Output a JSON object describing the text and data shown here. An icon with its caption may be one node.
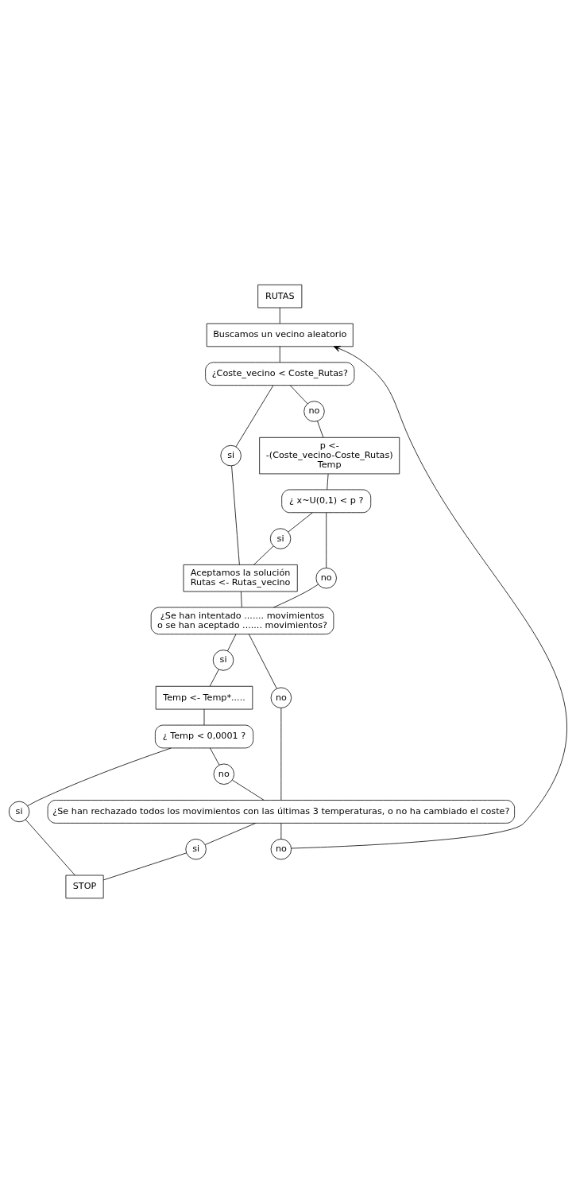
{
  "diagram": {
    "nodes": [
      {
        "text": [
          "RUTAS"
        ]
      },
      {
        "text": [
          "Buscamos un vecino aleatorio"
        ]
      },
      {
        "text": [
          "¿Coste_vecino < Coste_Rutas?"
        ]
      },
      {
        "text": [
          "si"
        ]
      },
      {
        "text": [
          "no"
        ]
      },
      {
        "text": [
          "p <-",
          "-(Coste_vecino-Coste_Rutas)",
          "Temp"
        ]
      },
      {
        "text": [
          "¿ x~U(0,1) < p ?"
        ]
      },
      {
        "text": [
          "si"
        ]
      },
      {
        "text": [
          "no"
        ]
      },
      {
        "text": [
          "Aceptamos la solución",
          "Rutas <- Rutas_vecino"
        ]
      },
      {
        "text": [
          "¿Se han intentado ....... movimientos",
          "o se han aceptado ....... movimientos?"
        ]
      },
      {
        "text": [
          "si"
        ]
      },
      {
        "text": [
          "no"
        ]
      },
      {
        "text": [
          "Temp <- Temp*....."
        ]
      },
      {
        "text": [
          "¿ Temp < 0,0001 ?"
        ]
      },
      {
        "text": [
          "si"
        ]
      },
      {
        "text": [
          "no"
        ]
      },
      {
        "text": [
          "¿Se han rechazado todos los movimientos con las últimas 3 temperaturas, o no ha cambiado el coste?"
        ]
      },
      {
        "text": [
          "si"
        ]
      },
      {
        "text": [
          "no"
        ]
      },
      {
        "text": [
          "STOP"
        ]
      }
    ],
    "edges": [
      {
        "from": 0,
        "to": 1,
        "arrow": "none"
      },
      {
        "from": 1,
        "to": 2,
        "arrow": "none"
      },
      {
        "from": 2,
        "to": 3,
        "arrow": "none"
      },
      {
        "from": 2,
        "to": 4,
        "arrow": "none"
      },
      {
        "from": 3,
        "to": 9,
        "arrow": "none"
      },
      {
        "from": 4,
        "to": 5,
        "arrow": "none"
      },
      {
        "from": 5,
        "to": 6,
        "arrow": "none"
      },
      {
        "from": 6,
        "to": 7,
        "arrow": "none"
      },
      {
        "from": 6,
        "to": 8,
        "arrow": "none"
      },
      {
        "from": 7,
        "to": 9,
        "arrow": "none"
      },
      {
        "from": 9,
        "to": 10,
        "arrow": "none"
      },
      {
        "from": 8,
        "to": 10,
        "arrow": "none"
      },
      {
        "from": 10,
        "to": 11,
        "arrow": "none"
      },
      {
        "from": 10,
        "to": 12,
        "arrow": "none"
      },
      {
        "from": 11,
        "to": 13,
        "arrow": "none"
      },
      {
        "from": 13,
        "to": 14,
        "arrow": "none"
      },
      {
        "from": 14,
        "to": 15,
        "arrow": "none"
      },
      {
        "from": 14,
        "to": 16,
        "arrow": "none"
      },
      {
        "from": 16,
        "to": 17,
        "arrow": "none"
      },
      {
        "from": 12,
        "to": 17,
        "arrow": "none"
      },
      {
        "from": 17,
        "to": 18,
        "arrow": "none"
      },
      {
        "from": 17,
        "to": 19,
        "arrow": "none"
      },
      {
        "from": 15,
        "to": 20,
        "arrow": "none"
      },
      {
        "from": 18,
        "to": 20,
        "arrow": "none"
      },
      {
        "from": 19,
        "to": 1,
        "arrow": "to"
      }
    ]
  }
}
